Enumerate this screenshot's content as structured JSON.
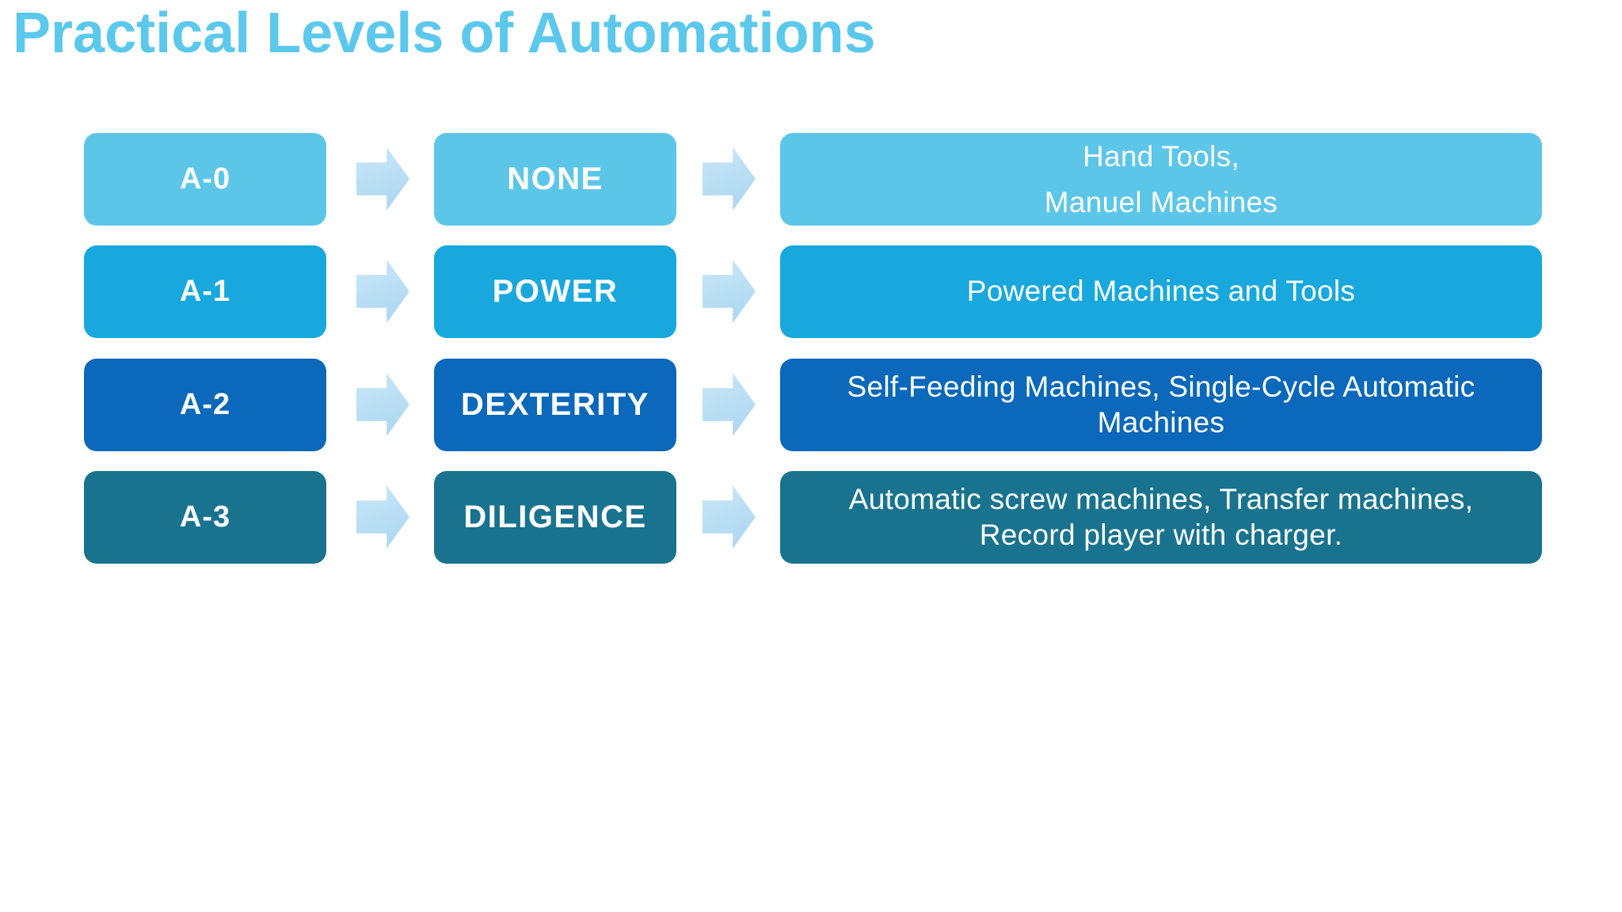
{
  "title": "Practical Levels of Automations",
  "colors": {
    "title_color": "#5BC8EC",
    "arrow_light": "#C9E7F8",
    "arrow_dark": "#A9D6F0",
    "row_colors": [
      "#5CC6E9",
      "#18A8DD",
      "#0B68BA",
      "#19738F"
    ]
  },
  "rows": [
    {
      "level": "A-0",
      "category": "NONE",
      "examples": [
        "Hand Tools,",
        "Manuel Machines"
      ]
    },
    {
      "level": "A-1",
      "category": "POWER",
      "examples": [
        "Powered Machines and Tools"
      ]
    },
    {
      "level": "A-2",
      "category": "DEXTERITY",
      "examples": [
        "Self-Feeding Machines, Single-Cycle Automatic",
        "Machines"
      ]
    },
    {
      "level": "A-3",
      "category": "DILIGENCE",
      "examples": [
        "Automatic screw machines, Transfer machines,",
        "Record player with charger."
      ]
    }
  ]
}
